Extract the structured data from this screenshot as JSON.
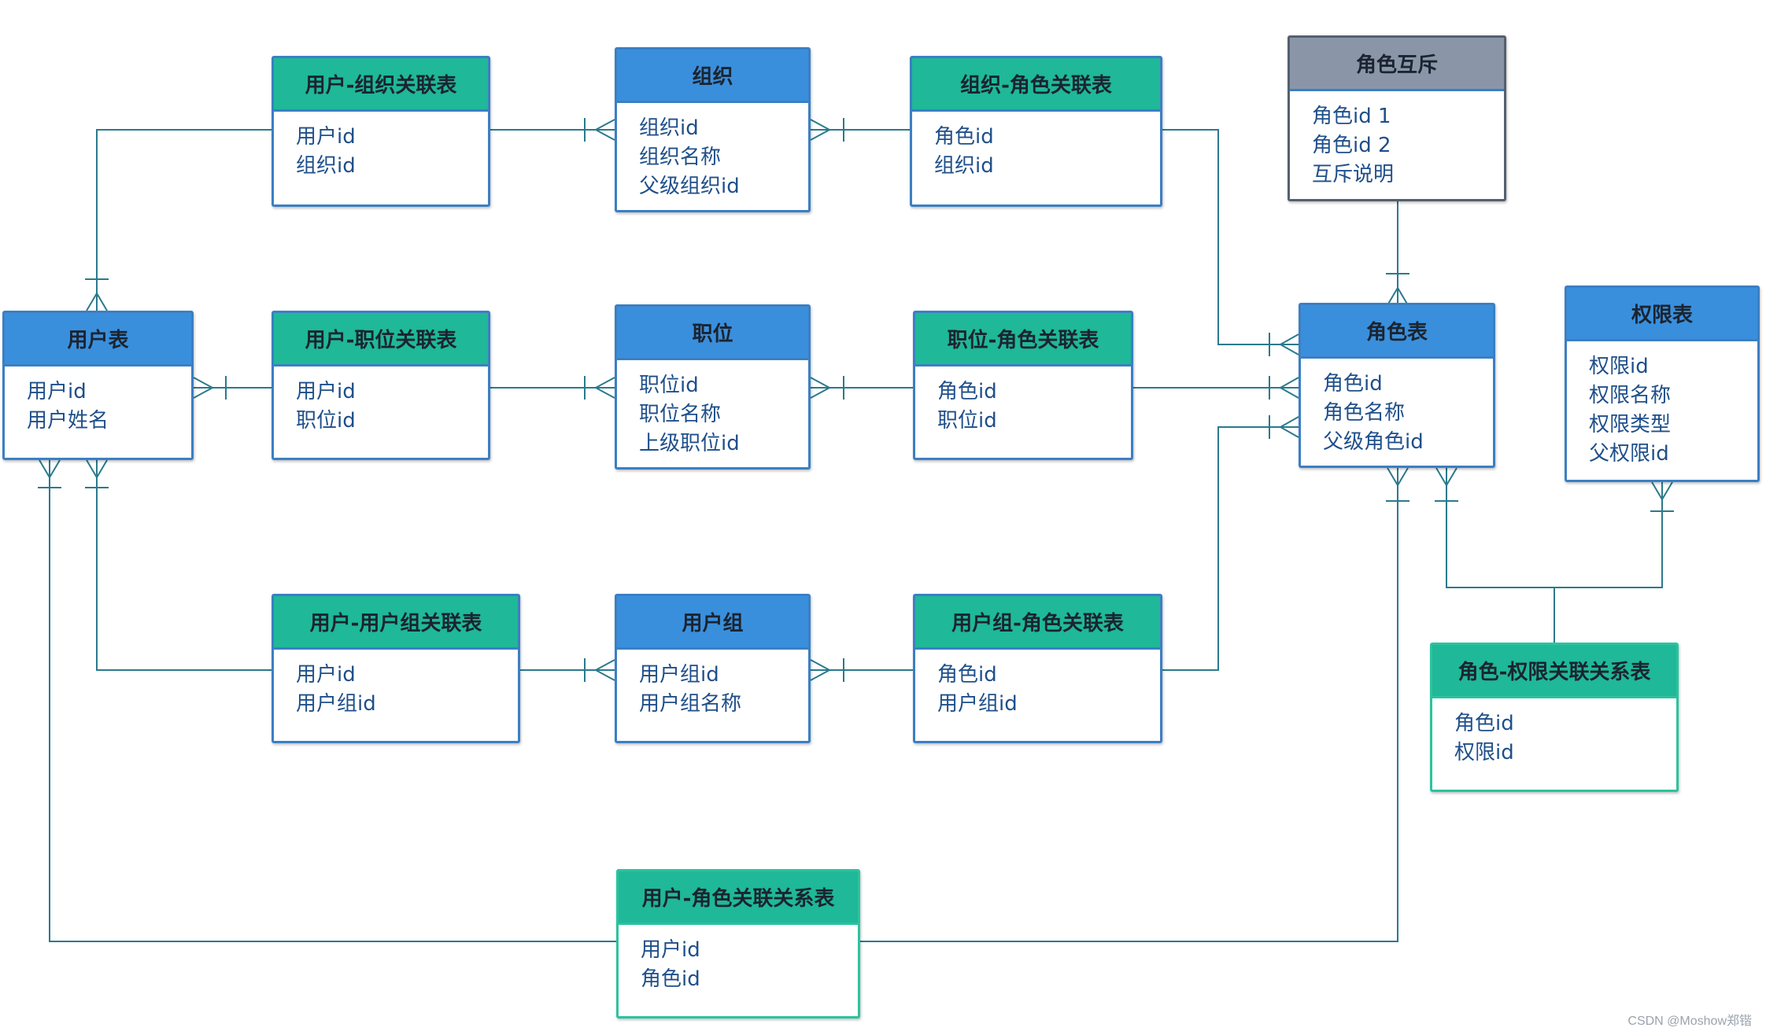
{
  "entities": {
    "user_org": {
      "title": "用户-组织关联表",
      "fields": [
        "用户id",
        "组织id"
      ]
    },
    "org": {
      "title": "组织",
      "fields": [
        "组织id",
        "组织名称",
        "父级组织id"
      ]
    },
    "org_role": {
      "title": "组织-角色关联表",
      "fields": [
        "角色id",
        "组织id"
      ]
    },
    "role_excl": {
      "title": "角色互斥",
      "fields": [
        "角色id 1",
        "角色id 2",
        "互斥说明"
      ]
    },
    "user": {
      "title": "用户表",
      "fields": [
        "用户id",
        "用户姓名"
      ]
    },
    "user_pos": {
      "title": "用户-职位关联表",
      "fields": [
        "用户id",
        "职位id"
      ]
    },
    "position": {
      "title": "职位",
      "fields": [
        "职位id",
        "职位名称",
        "上级职位id"
      ]
    },
    "pos_role": {
      "title": "职位-角色关联表",
      "fields": [
        "角色id",
        "职位id"
      ]
    },
    "role": {
      "title": "角色表",
      "fields": [
        "角色id",
        "角色名称",
        "父级角色id"
      ]
    },
    "perm": {
      "title": "权限表",
      "fields": [
        "权限id",
        "权限名称",
        "权限类型",
        "父权限id"
      ]
    },
    "user_group_link": {
      "title": "用户-用户组关联表",
      "fields": [
        "用户id",
        "用户组id"
      ]
    },
    "user_group": {
      "title": "用户组",
      "fields": [
        "用户组id",
        "用户组名称"
      ]
    },
    "group_role": {
      "title": "用户组-角色关联表",
      "fields": [
        "角色id",
        "用户组id"
      ]
    },
    "role_perm": {
      "title": "角色-权限关联关系表",
      "fields": [
        "角色id",
        "权限id"
      ]
    },
    "user_role": {
      "title": "用户-角色关联关系表",
      "fields": [
        "用户id",
        "角色id"
      ]
    }
  },
  "watermark": "CSDN @Moshow郑锴",
  "colors": {
    "entity_header": "#3a8fdc",
    "link_header": "#1fb898",
    "excl_header": "#8a96a8",
    "border": "#3b7fc4",
    "field_text": "#1f4f8a",
    "connector": "#2b7a8c"
  }
}
